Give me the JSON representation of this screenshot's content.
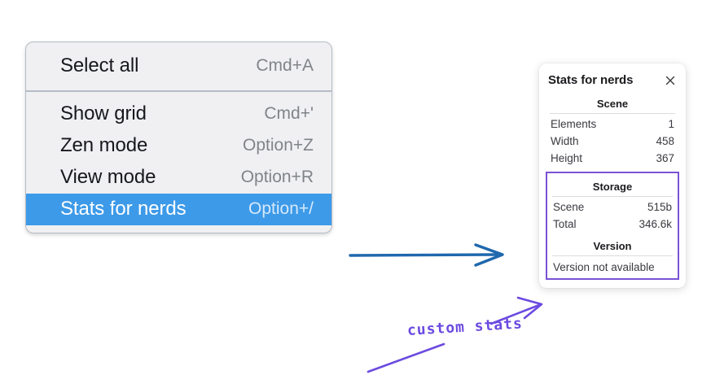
{
  "context_menu": {
    "name": "canvas-context-menu",
    "groups": [
      {
        "items": [
          {
            "label": "Select all",
            "shortcut": "Cmd+A",
            "selected": false
          }
        ]
      },
      {
        "items": [
          {
            "label": "Show grid",
            "shortcut": "Cmd+'",
            "selected": false
          },
          {
            "label": "Zen mode",
            "shortcut": "Option+Z",
            "selected": false
          },
          {
            "label": "View mode",
            "shortcut": "Option+R",
            "selected": false
          },
          {
            "label": "Stats for nerds",
            "shortcut": "Option+/",
            "selected": true
          }
        ]
      }
    ],
    "highlight_color": "#3d9ae8"
  },
  "stats_panel": {
    "title": "Stats for nerds",
    "close_icon": "close-icon",
    "sections": [
      {
        "heading": "Scene",
        "rows": [
          {
            "key": "Elements",
            "value": "1"
          },
          {
            "key": "Width",
            "value": "458"
          },
          {
            "key": "Height",
            "value": "367"
          }
        ]
      }
    ],
    "custom": {
      "outline_color": "#7b52d4",
      "sections": [
        {
          "heading": "Storage",
          "rows": [
            {
              "key": "Scene",
              "value": "515b"
            },
            {
              "key": "Total",
              "value": "346.6k"
            }
          ]
        },
        {
          "heading": "Version",
          "lines": [
            "Version not available"
          ]
        }
      ]
    }
  },
  "annotations": {
    "blue_arrow": {
      "name": "flow-arrow",
      "color": "#1f68ad"
    },
    "purple_arrow": {
      "name": "callout-arrow",
      "color": "#6b4ae0"
    },
    "purple_stroke": {
      "name": "underline-stroke",
      "color": "#6b4ae0"
    },
    "handwritten_label": "custom stats"
  }
}
